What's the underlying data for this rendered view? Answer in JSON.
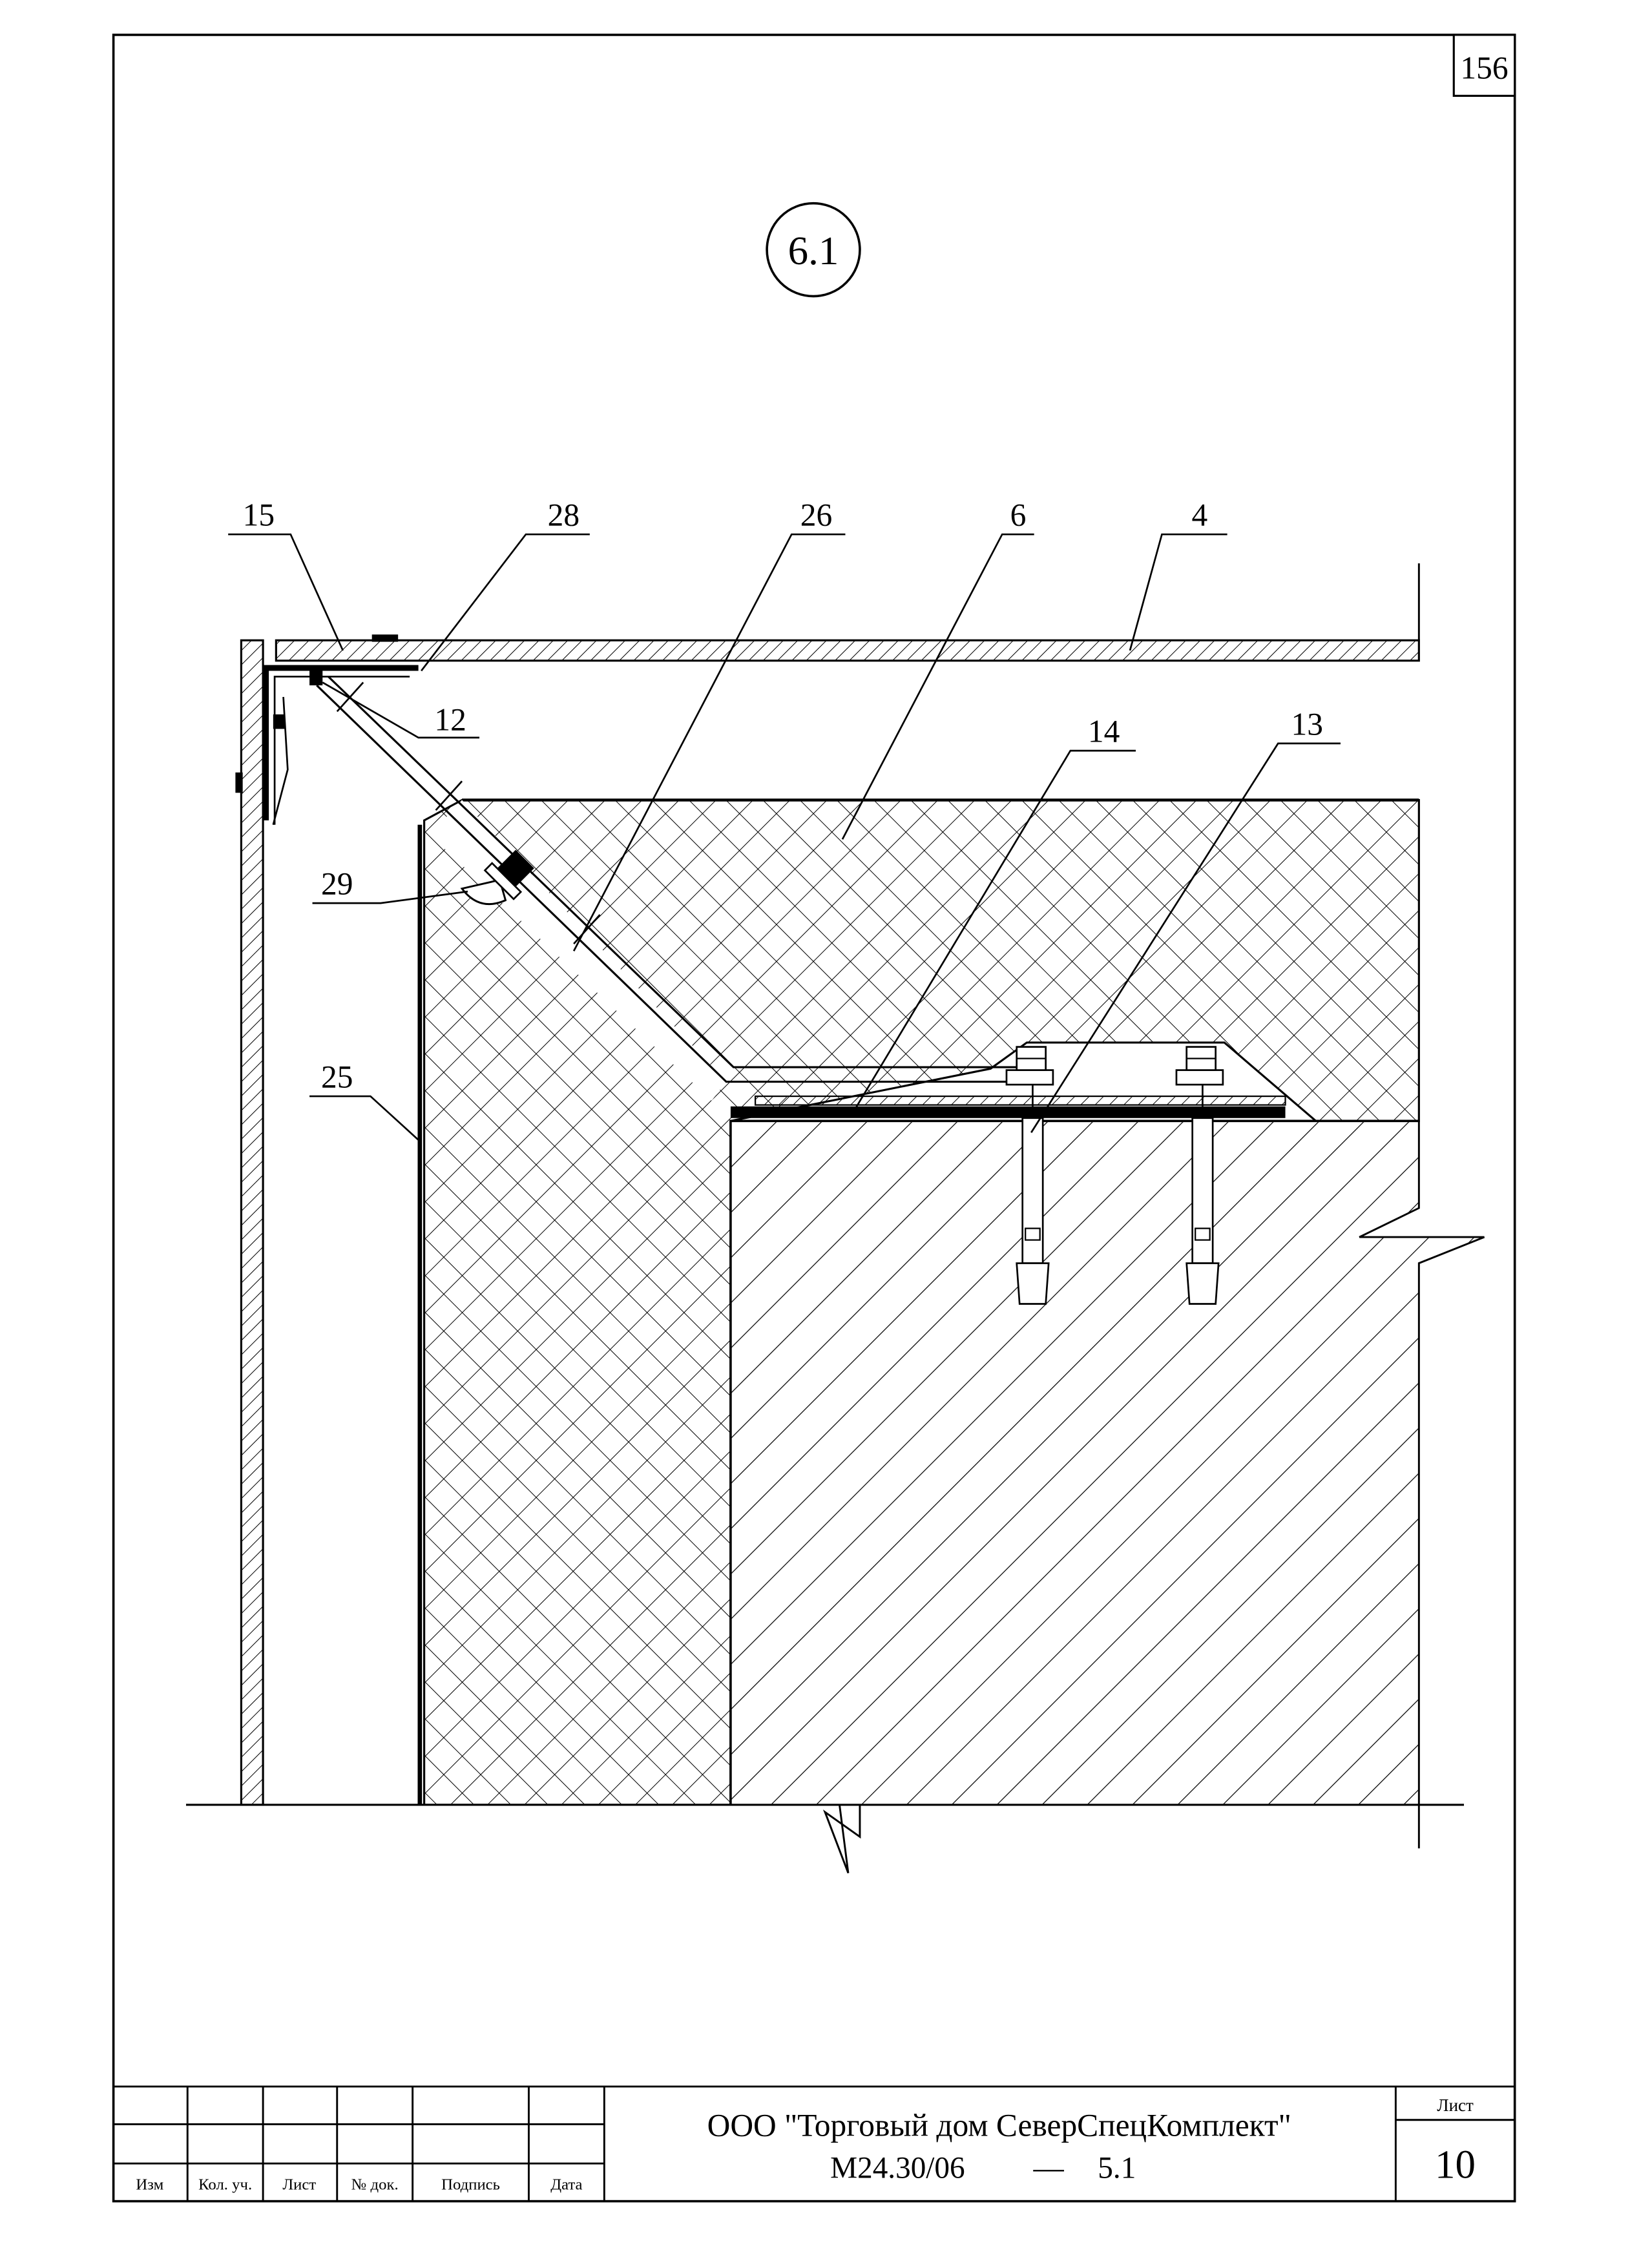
{
  "page_number": "156",
  "detail_mark": "6.1",
  "callouts": {
    "c15": "15",
    "c28": "28",
    "c26": "26",
    "c6": "6",
    "c4": "4",
    "c12": "12",
    "c14": "14",
    "c13": "13",
    "c29": "29",
    "c25": "25"
  },
  "title_block": {
    "col_izm": "Изм",
    "col_kol_uch": "Кол. уч.",
    "col_list": "Лист",
    "col_n_dok": "№ док.",
    "col_podpis": "Подпись",
    "col_data": "Дата",
    "organization": "ООО \"Торговый дом СеверСпецКомплект\"",
    "document_code": "М24.30/06",
    "document_dash": "—",
    "document_section": "5.1",
    "sheet_label": "Лист",
    "sheet_number": "10"
  }
}
